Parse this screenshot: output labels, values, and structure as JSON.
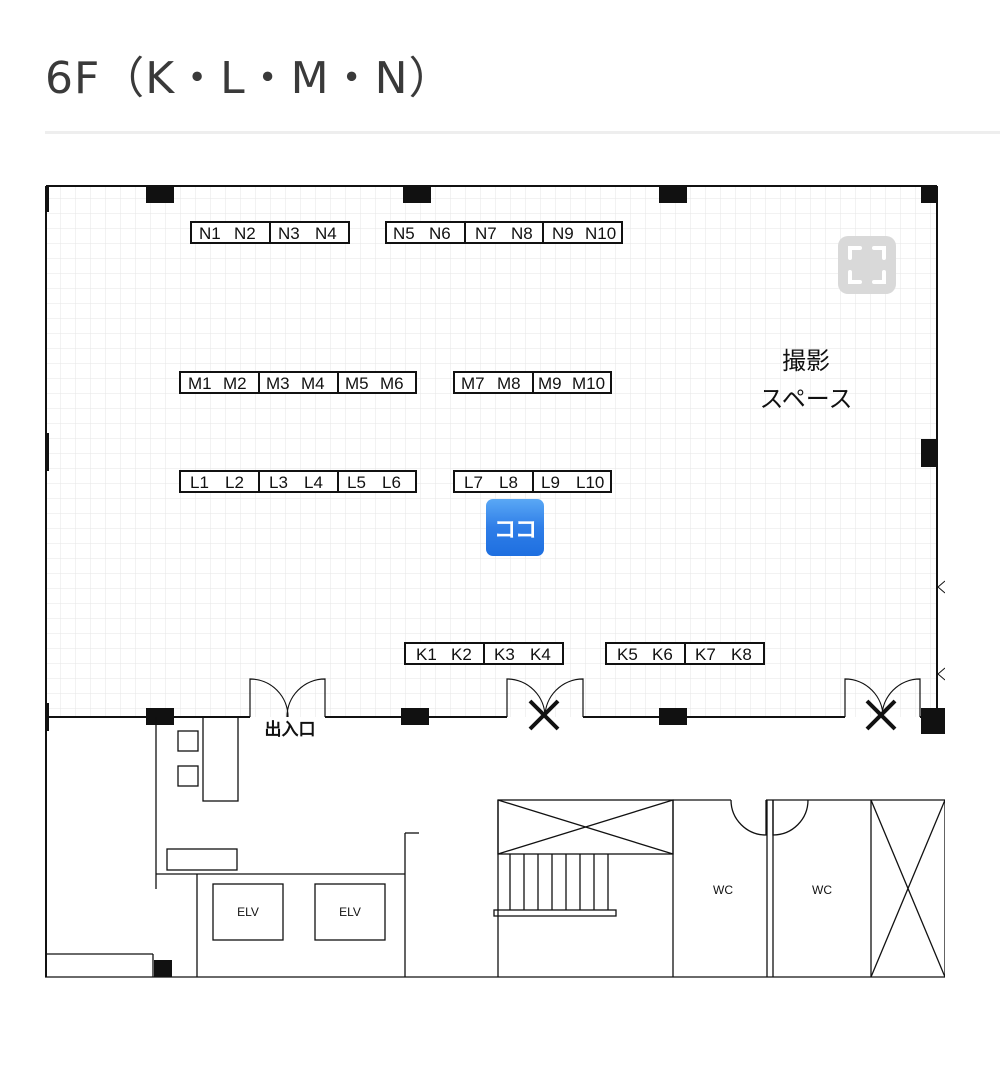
{
  "header": {
    "title": "6F（K・L・M・N）"
  },
  "map": {
    "booths": {
      "N": [
        [
          "N1",
          "N2",
          "N3",
          "N4"
        ],
        [
          "N5",
          "N6",
          "N7",
          "N8",
          "N9",
          "N10"
        ]
      ],
      "M": [
        [
          "M1",
          "M2",
          "M3",
          "M4",
          "M5",
          "M6"
        ],
        [
          "M7",
          "M8",
          "M9",
          "M10"
        ]
      ],
      "L": [
        [
          "L1",
          "L2",
          "L3",
          "L4",
          "L5",
          "L6"
        ],
        [
          "L7",
          "L8",
          "L9",
          "L10"
        ]
      ],
      "K": [
        [
          "K1",
          "K2",
          "K3",
          "K4"
        ],
        [
          "K5",
          "K6",
          "K7",
          "K8"
        ]
      ]
    },
    "photo_space_line1": "撮影",
    "photo_space_line2": "スペース",
    "entrance": "出入口",
    "elevator_1": "ELV",
    "elevator_2": "ELV",
    "wc_1": "WC",
    "wc_2": "WC",
    "here_marker": "ココ"
  },
  "icons": {
    "expand": "expand-icon",
    "closed_door": "x-mark-icon"
  }
}
